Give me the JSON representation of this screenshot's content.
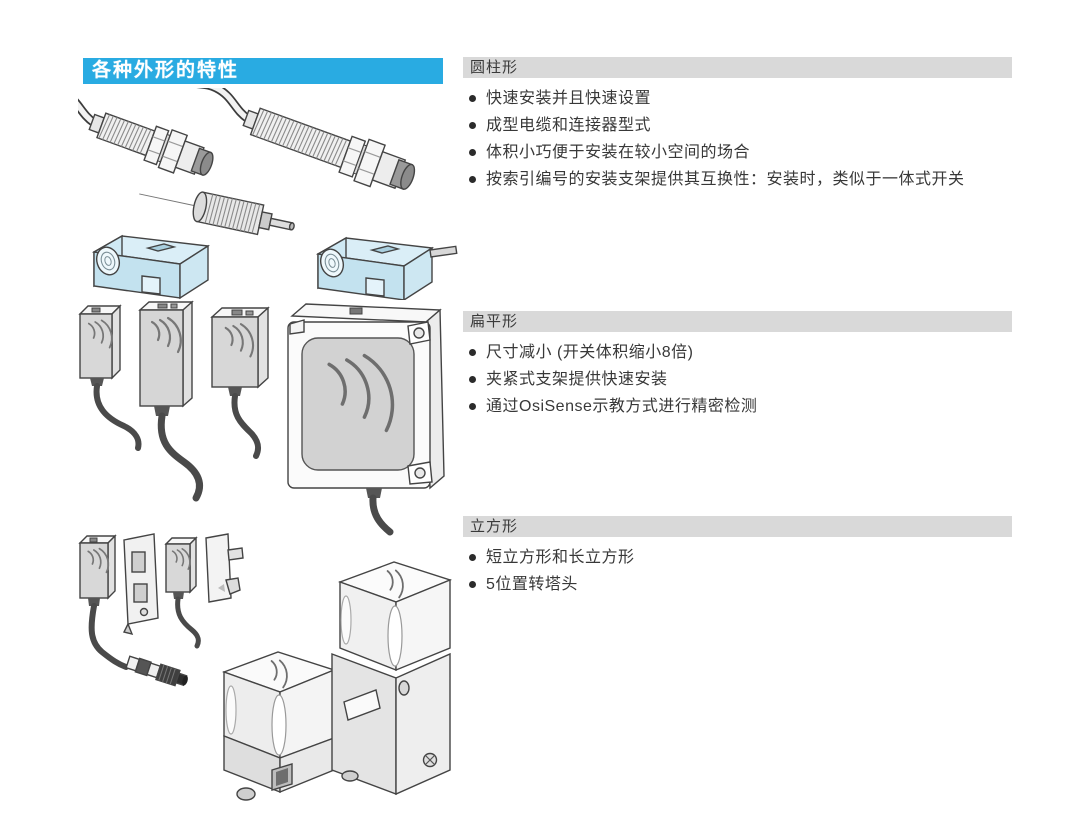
{
  "page": {
    "title_bar": {
      "label": "各种外形的特性",
      "bg_color": "#29abe2",
      "text_color": "#ffffff"
    },
    "background": "#ffffff"
  },
  "sections": [
    {
      "title": "圆柱形",
      "header_bg": "#d9d9d9",
      "bullets": [
        "快速安装并且快速设置",
        "成型电缆和连接器型式",
        "体积小巧便于安装在较小空间的场合",
        "按索引编号的安装支架提供其互换性：安装时，类似于一体式开关"
      ]
    },
    {
      "title": "扁平形",
      "header_bg": "#d9d9d9",
      "bullets": [
        "尺寸减小 (开关体积缩小8倍)",
        "夹紧式支架提供快速安装",
        "通过OsiSense示教方式进行精密检测"
      ]
    },
    {
      "title": "立方形",
      "header_bg": "#d9d9d9",
      "bullets": [
        "短立方形和长立方形",
        "5位置转塔头"
      ]
    }
  ],
  "illustrations": {
    "groups": [
      "cylindrical-threaded-sensors-with-cable-and-connector",
      "threaded-barrel-with-blue-mounting-blocks",
      "flat-form-sensors-with-cables",
      "large-flat-square-sensor",
      "small-sensors-with-mounting-plates-and-m12-connector",
      "short-cube-sensor",
      "long-cube-sensor-with-turret-head"
    ],
    "line_color": "#444444",
    "blue_block_color": "#cfe9f4",
    "sensing_face_color": "#d6d6d6"
  }
}
